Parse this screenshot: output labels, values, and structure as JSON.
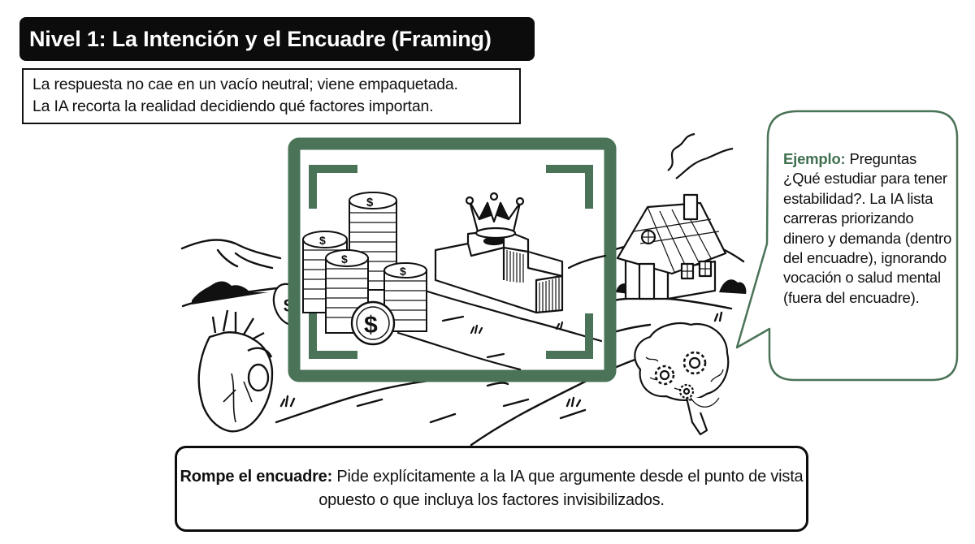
{
  "header": {
    "title": "Nivel 1: La Intención y el Encuadre (Framing)"
  },
  "intro": {
    "line1": "La respuesta no cae en un vacío neutral; viene empaquetada.",
    "line2": "La IA recorta la realidad decidiendo qué factores importan."
  },
  "callout": {
    "lead": "Ejemplo:",
    "text": " Preguntas ¿Qué estudiar para tener estabilidad?. La IA lista carreras priorizando dinero y demanda (dentro del encuadre), ignorando vocación o salud mental (fuera del encuadre)."
  },
  "action": {
    "lead": "Rompe el encuadre:",
    "text": " Pide explícitamente a la IA que argumente desde el punto de vista opuesto o que incluya los factores invisibilizados."
  },
  "illustration": {
    "frame_color": "#4a7358",
    "inside_frame": [
      "coin-stacks-icon",
      "crown-icon",
      "podium-icon"
    ],
    "outside_frame": [
      "heart-icon",
      "house-icon",
      "brain-gears-icon"
    ],
    "coin_symbol": "$"
  },
  "colors": {
    "accent_green": "#4a7358",
    "text_green": "#3f7050",
    "ink": "#111111",
    "title_bg": "#0c0c0c"
  }
}
